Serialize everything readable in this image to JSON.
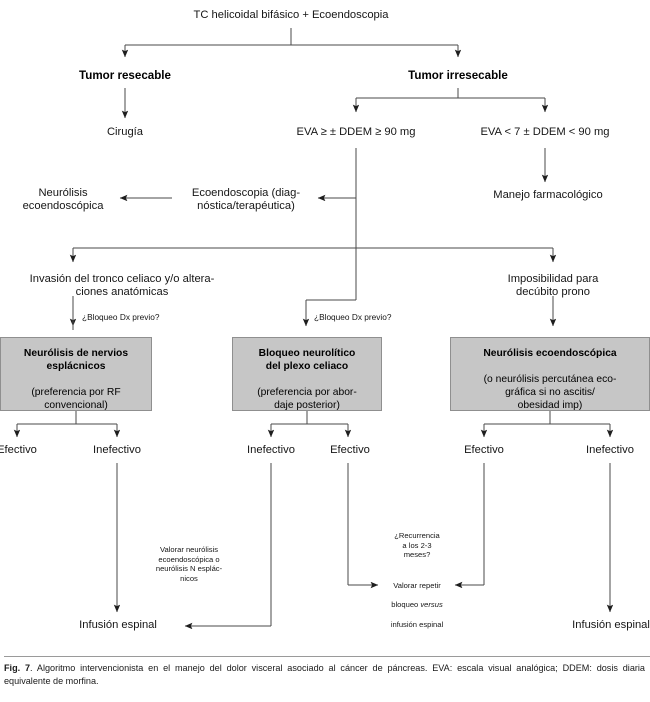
{
  "figure": {
    "label": "Fig. 7",
    "caption": ". Algoritmo intervencionista en el manejo del dolor visceral asociado al cáncer de páncreas. EVA: escala visual analógica; DDEM: dosis diaria equivalente de morfina."
  },
  "colors": {
    "box_fill": "#c6c6c6",
    "box_border": "#8f8f8f",
    "line": "#3d3d3d",
    "text": "#161616",
    "background": "#ffffff"
  },
  "nodes": {
    "root": "TC helicoidal bifásico + Ecoendoscopia",
    "resectable": "Tumor resecable",
    "irresectable": "Tumor irresecable",
    "surgery": "Cirugía",
    "eva_high": "EVA ≥ ± DDEM ≥ 90 mg",
    "eva_low": "EVA < 7 ± DDEM < 90 mg",
    "neurolisis_eco": "Neurólisis\necoendoscópica",
    "ecoendoscopia": "Ecoendoscopia (diag-\nnóstica/terapéutica)",
    "manejo_farma": "Manejo farmacológico",
    "invasion": "Invasión del tronco celiaco y/o altera-\nciones anatómicas",
    "imposibilidad": "Imposibilidad para\ndecúbito prono",
    "bloqueo_dx_left": "¿Bloqueo Dx previo?",
    "bloqueo_dx_mid": "¿Bloqueo Dx previo?",
    "box_splanchnic_bold": "Neurólisis de nervios\nesplácnicos",
    "box_splanchnic_reg": "(preferencia por RF\nconvencional)",
    "box_celiac_bold": "Bloqueo neurolítico\ndel plexo celiaco",
    "box_celiac_reg": "(preferencia por abor-\ndaje posterior)",
    "box_eus_bold": "Neurólisis ecoendoscópica",
    "box_eus_reg": "(o neurólisis percutánea eco-\ngráfica si no ascitis/\nobesidad imp)",
    "efectivo_1": "Efectivo",
    "inefectivo_1": "Inefectivo",
    "inefectivo_2": "Inefectivo",
    "efectivo_2": "Efectivo",
    "efectivo_3": "Efectivo",
    "inefectivo_3": "Inefectivo",
    "valorar_neurolisis": "Valorar neurólisis\necoendoscópica o\nneurólisis N esplác-\nnicos",
    "recurrencia": "¿Recurrencia\na los 2-3\nmeses?",
    "valorar_repetir_1": "Valorar repetir",
    "valorar_repetir_2a": "bloqueo ",
    "valorar_repetir_2b": "versus",
    "valorar_repetir_3": "infusión espinal",
    "infusion_left": "Infusión espinal",
    "infusion_right": "Infusión espinal"
  },
  "chart_data": {
    "type": "diagram",
    "title": "Algoritmo intervencionista en el manejo del dolor visceral asociado al cáncer de páncreas",
    "orientation": "top-down",
    "levels": [
      [
        "TC helicoidal bifásico + Ecoendoscopia"
      ],
      [
        "Tumor resecable",
        "Tumor irresecable"
      ],
      [
        "Cirugía",
        "EVA ≥ ± DDEM ≥ 90 mg",
        "EVA < 7 ± DDEM < 90 mg"
      ],
      [
        "Neurólisis ecoendoscópica",
        "Ecoendoscopia (diagnóstica/terapéutica)",
        "Manejo farmacológico"
      ],
      [
        "Invasión del tronco celiaco y/o alteraciones anatómicas",
        "Imposibilidad para decúbito prono"
      ],
      [
        "Neurólisis de nervios esplácnicos (preferencia por RF convencional)",
        "Bloqueo neurolítico del plexo celiaco (preferencia por abordaje posterior)",
        "Neurólisis ecoendoscópica (o neurólisis percutánea ecográfica si no ascitis/obesidad imp)"
      ],
      [
        "Efectivo",
        "Inefectivo",
        "Inefectivo",
        "Efectivo",
        "Efectivo",
        "Inefectivo"
      ],
      [
        "Valorar neurólisis ecoendoscópica o neurólisis N esplácnicos",
        "¿Recurrencia a los 2-3 meses?",
        "Valorar repetir bloqueo versus infusión espinal"
      ],
      [
        "Infusión espinal",
        "Infusión espinal"
      ]
    ],
    "edge_labels": [
      "¿Bloqueo Dx previo?",
      "¿Bloqueo Dx previo?"
    ],
    "legend": [
      "EVA: escala visual analógica",
      "DDEM: dosis diaria equivalente de morfina"
    ]
  }
}
